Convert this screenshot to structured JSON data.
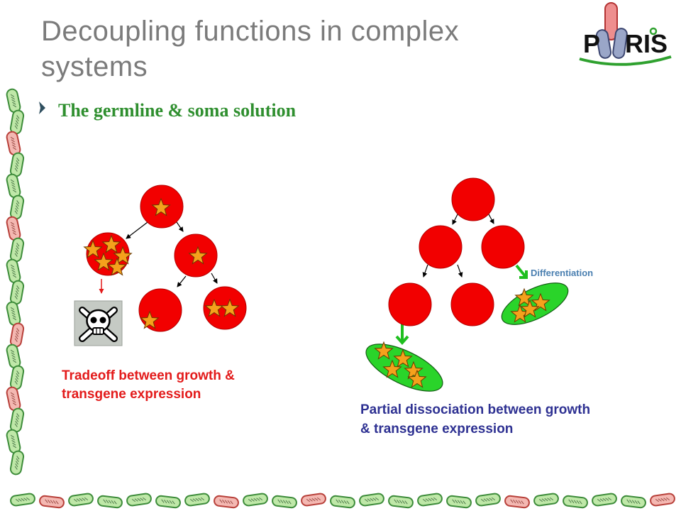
{
  "slide": {
    "title_line1": "Decoupling functions in complex",
    "title_line2": "systems",
    "bullet": "The germline & soma solution"
  },
  "logo": {
    "text_left": "P",
    "text_right": "RIS"
  },
  "diagram_left": {
    "caption_line1": "Tradeoff between growth &",
    "caption_line2": "transgene expression"
  },
  "diagram_right": {
    "label_differentiation": "Differentiation",
    "caption_line1": "Partial dissociation between growth",
    "caption_line2": "& transgene expression"
  },
  "icons": {
    "bullet_marker": "triangle-right-icon",
    "death": "skull-crossbones-icon",
    "transgene": "star-icon",
    "border": "bacterium-icon"
  },
  "colors": {
    "title": "#7b7b7b",
    "bullet": "#2f8f2f",
    "left_caption": "#e31b1b",
    "right_caption": "#2e3192",
    "differentiation": "#4a7fb0",
    "cell": "#f20000",
    "star": "#f5a11c",
    "soma_cell": "#2ad42a"
  }
}
